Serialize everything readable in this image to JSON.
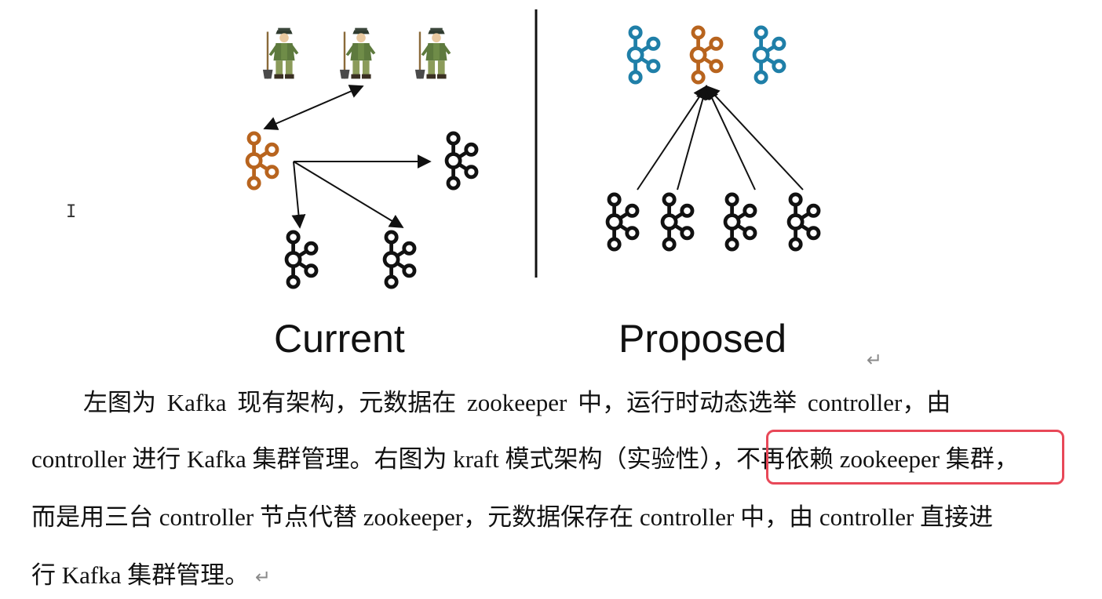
{
  "diagram": {
    "left_caption": "Current",
    "right_caption": "Proposed"
  },
  "colors": {
    "kafka_controller": "#b8641e",
    "kafka_standby": "#1f7fa8",
    "kafka_broker": "#111111",
    "highlight_border": "#e84858"
  },
  "icons": {
    "zookeeper": "zookeeper-keeper-icon",
    "kafka": "kafka-logo-icon",
    "paragraph_mark": "↵",
    "text_cursor": "I"
  },
  "paragraph": {
    "line1": "左图为 Kafka 现有架构，元数据在 zookeeper 中，运行时动态选举 controller，由",
    "line2_before": "controller 进行 Kafka 集群管理。右图为 kraft 模式架构（实验性），",
    "line2_highlight": "不再依赖 zookeeper 集群，",
    "line3": "而是用三台 controller 节点代替 zookeeper，元数据保存在 controller 中，由 controller 直接进",
    "line4": "行 Kafka 集群管理。"
  }
}
